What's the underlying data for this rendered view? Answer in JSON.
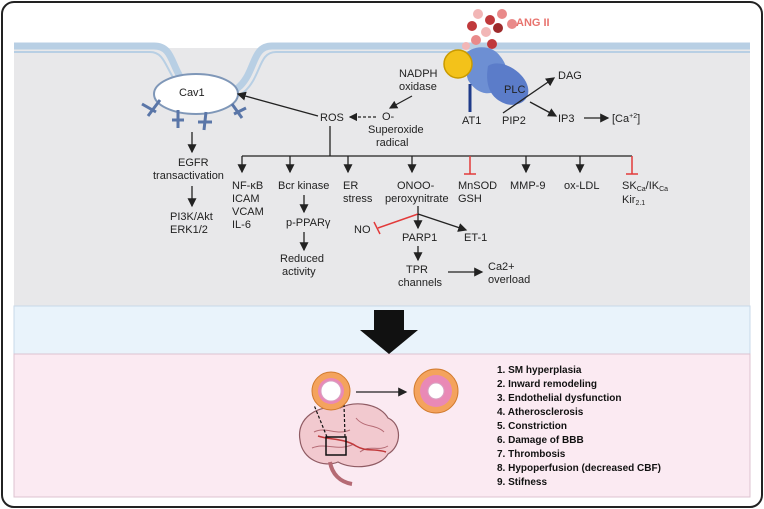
{
  "signal": {
    "ang_ii": "ANG II",
    "plc": "PLC",
    "at1": "AT1",
    "nadph_line1": "NADPH",
    "nadph_line2": "oxidase",
    "dag": "DAG",
    "pip2": "PIP2",
    "ip3": "IP3",
    "ca_label": "[Ca",
    "ca_sup": "+2",
    "ca_close": "]",
    "superoxide_line1": "O-",
    "superoxide_line2": "Superoxide",
    "superoxide_line3": "radical",
    "ros": "ROS",
    "cav1": "Cav1"
  },
  "egfr": {
    "line1": "EGFR",
    "line2": "transactivation",
    "out_line1": "PI3K/Akt",
    "out_line2": "ERK1/2"
  },
  "targets": {
    "nfkb": [
      "NF-κB",
      "ICAM",
      "VCAM",
      "IL-6"
    ],
    "bcr": "Bcr kinase",
    "pppar": "p-PPARγ",
    "reduced": [
      "Reduced",
      "activity"
    ],
    "er": [
      "ER",
      "stress"
    ],
    "onoo": [
      "ONOO-",
      "peroxynitrate"
    ],
    "mnsod": [
      "MnSOD",
      "GSH"
    ],
    "mmp9": "MMP-9",
    "oxldl": "ox-LDL",
    "sk": {
      "a": "SK",
      "a_sub": "Ca",
      "sep": "/IK",
      "b_sub": "Ca",
      "kir": "Kir",
      "kir_sub": "2.1"
    },
    "no": "NO",
    "parp1": "PARP1",
    "et1": "ET-1",
    "tpr": [
      "TPR",
      "channels"
    ],
    "ca_overload": [
      "Ca2+",
      "overload"
    ]
  },
  "outcomes": [
    "1. SM hyperplasia",
    "2. Inward remodeling",
    "3. Endothelial dysfunction",
    "4. Atherosclerosis",
    "5. Constriction",
    "6. Damage of BBB",
    "7. Thrombosis",
    "8. Hypoperfusion (decreased CBF)",
    "9. Stifness"
  ],
  "colors": {
    "upper_bg": "#e8e8ea",
    "middle_bg": "#e9f3fb",
    "lower_bg": "#fbeaf2",
    "membrane": "#b8cfe4",
    "inhibit": "#e23a3a",
    "plc": "#5b7cc9",
    "nadph": "#f3c21a",
    "ang": "#c0393b"
  }
}
